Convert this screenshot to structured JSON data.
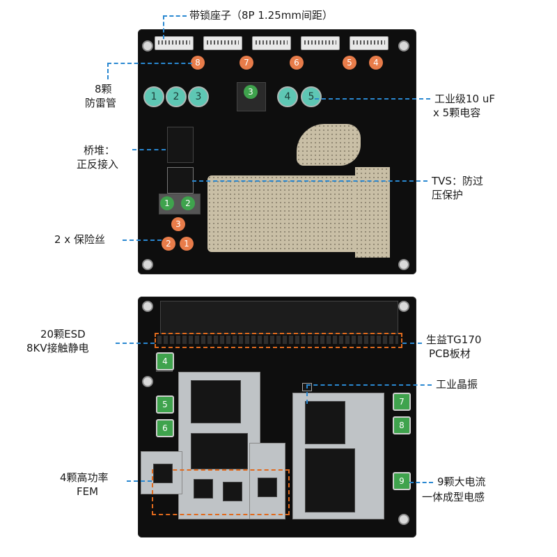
{
  "callouts": {
    "connector": "带锁座子（8P 1.25mm间距）",
    "tvs_arrester_line1": "8颗",
    "tvs_arrester_line2": "防雷管",
    "capacitor_line1": "工业级10 uF",
    "capacitor_line2": "x 5颗电容",
    "bridge_line1": "桥堆：",
    "bridge_line2": "正反接入",
    "tvs_line1": "TVS：防过",
    "tvs_line2": "压保护",
    "fuse": "2 x 保险丝",
    "esd_line1": "20颗ESD",
    "esd_line2": "8KV接触静电",
    "pcb_line1": "生益TG170",
    "pcb_line2": "PCB板材",
    "crystal": "工业晶振",
    "fem_line1": "4颗高功率",
    "fem_line2": "FEM",
    "inductor_line1": "9颗大电流",
    "inductor_line2": "一体成型电感"
  },
  "top_board": {
    "arrester_numbers": [
      "8",
      "7",
      "6",
      "5",
      "4"
    ],
    "capacitor_numbers": [
      "1",
      "2",
      "3",
      "3",
      "4",
      "5"
    ],
    "bridge_numbers": [
      "1",
      "2"
    ],
    "fuse_numbers": [
      "3",
      "2",
      "1"
    ]
  },
  "bottom_board": {
    "inductor_numbers": [
      "4",
      "5",
      "6",
      "7",
      "8",
      "9"
    ]
  },
  "colors": {
    "leader_line": "#2a88d1",
    "highlight_box": "#e06a1d",
    "board": "#0e0e0e"
  }
}
